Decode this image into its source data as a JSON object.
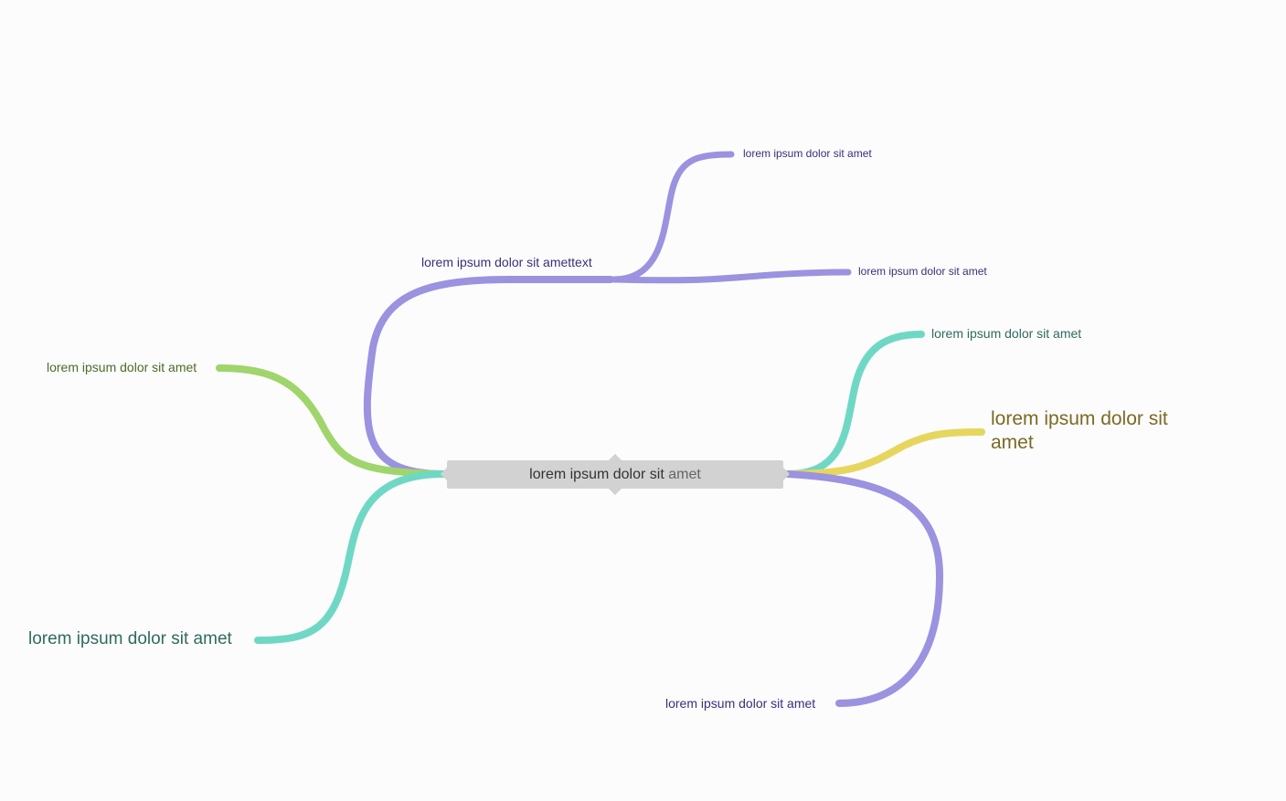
{
  "root": {
    "label_main": "lorem ipsum dolor sit",
    "label_tail": "amet",
    "color": "#d2d2d2",
    "text_color": "#333333"
  },
  "branches": {
    "top_branch": {
      "label": "lorem ipsum dolor sit amettext",
      "color": "#9b92e0",
      "text_color": "#3b2f7a"
    },
    "top_child_1": {
      "label": "lorem ipsum dolor sit amet",
      "color": "#9b92e0",
      "text_color": "#3b2f7a"
    },
    "top_child_2": {
      "label": "lorem ipsum dolor sit amet",
      "color": "#9b92e0",
      "text_color": "#3b2f7a"
    },
    "right_teal": {
      "label": "lorem ipsum dolor sit amet",
      "color": "#6fd8c5",
      "text_color": "#2f6b5f"
    },
    "right_yellow": {
      "label": "lorem ipsum dolor sit amet",
      "color": "#e6d65e",
      "text_color": "#7a6a25"
    },
    "right_purple": {
      "label": "lorem ipsum dolor sit amet",
      "color": "#9b92e0",
      "text_color": "#3b2f7a"
    },
    "left_green": {
      "label": "lorem ipsum dolor sit amet",
      "color": "#9fd56b",
      "text_color": "#4c6b25"
    },
    "left_teal": {
      "label": "lorem ipsum dolor sit amet",
      "color": "#6fd8c5",
      "text_color": "#2f6b5f"
    }
  }
}
